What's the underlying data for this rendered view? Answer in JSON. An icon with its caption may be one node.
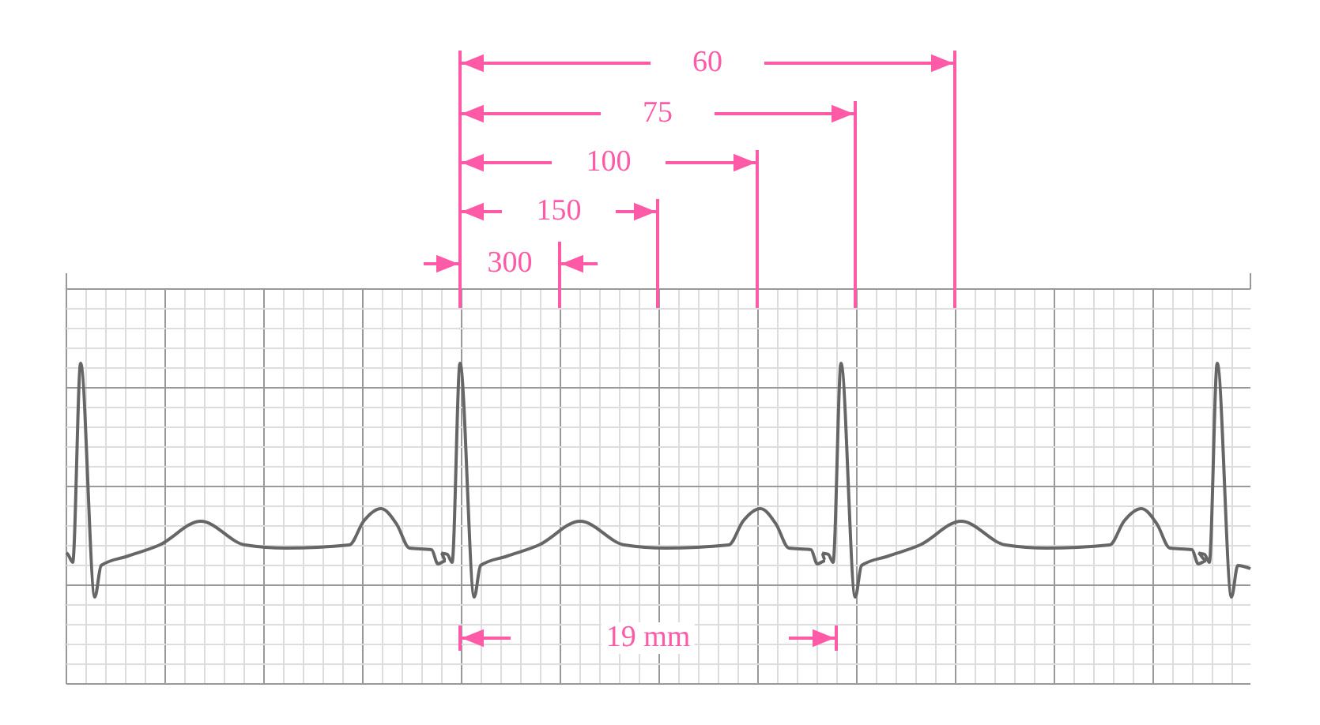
{
  "diagram": {
    "labels": [
      "60",
      "75",
      "100",
      "150",
      "300",
      "19 mm"
    ]
  }
}
